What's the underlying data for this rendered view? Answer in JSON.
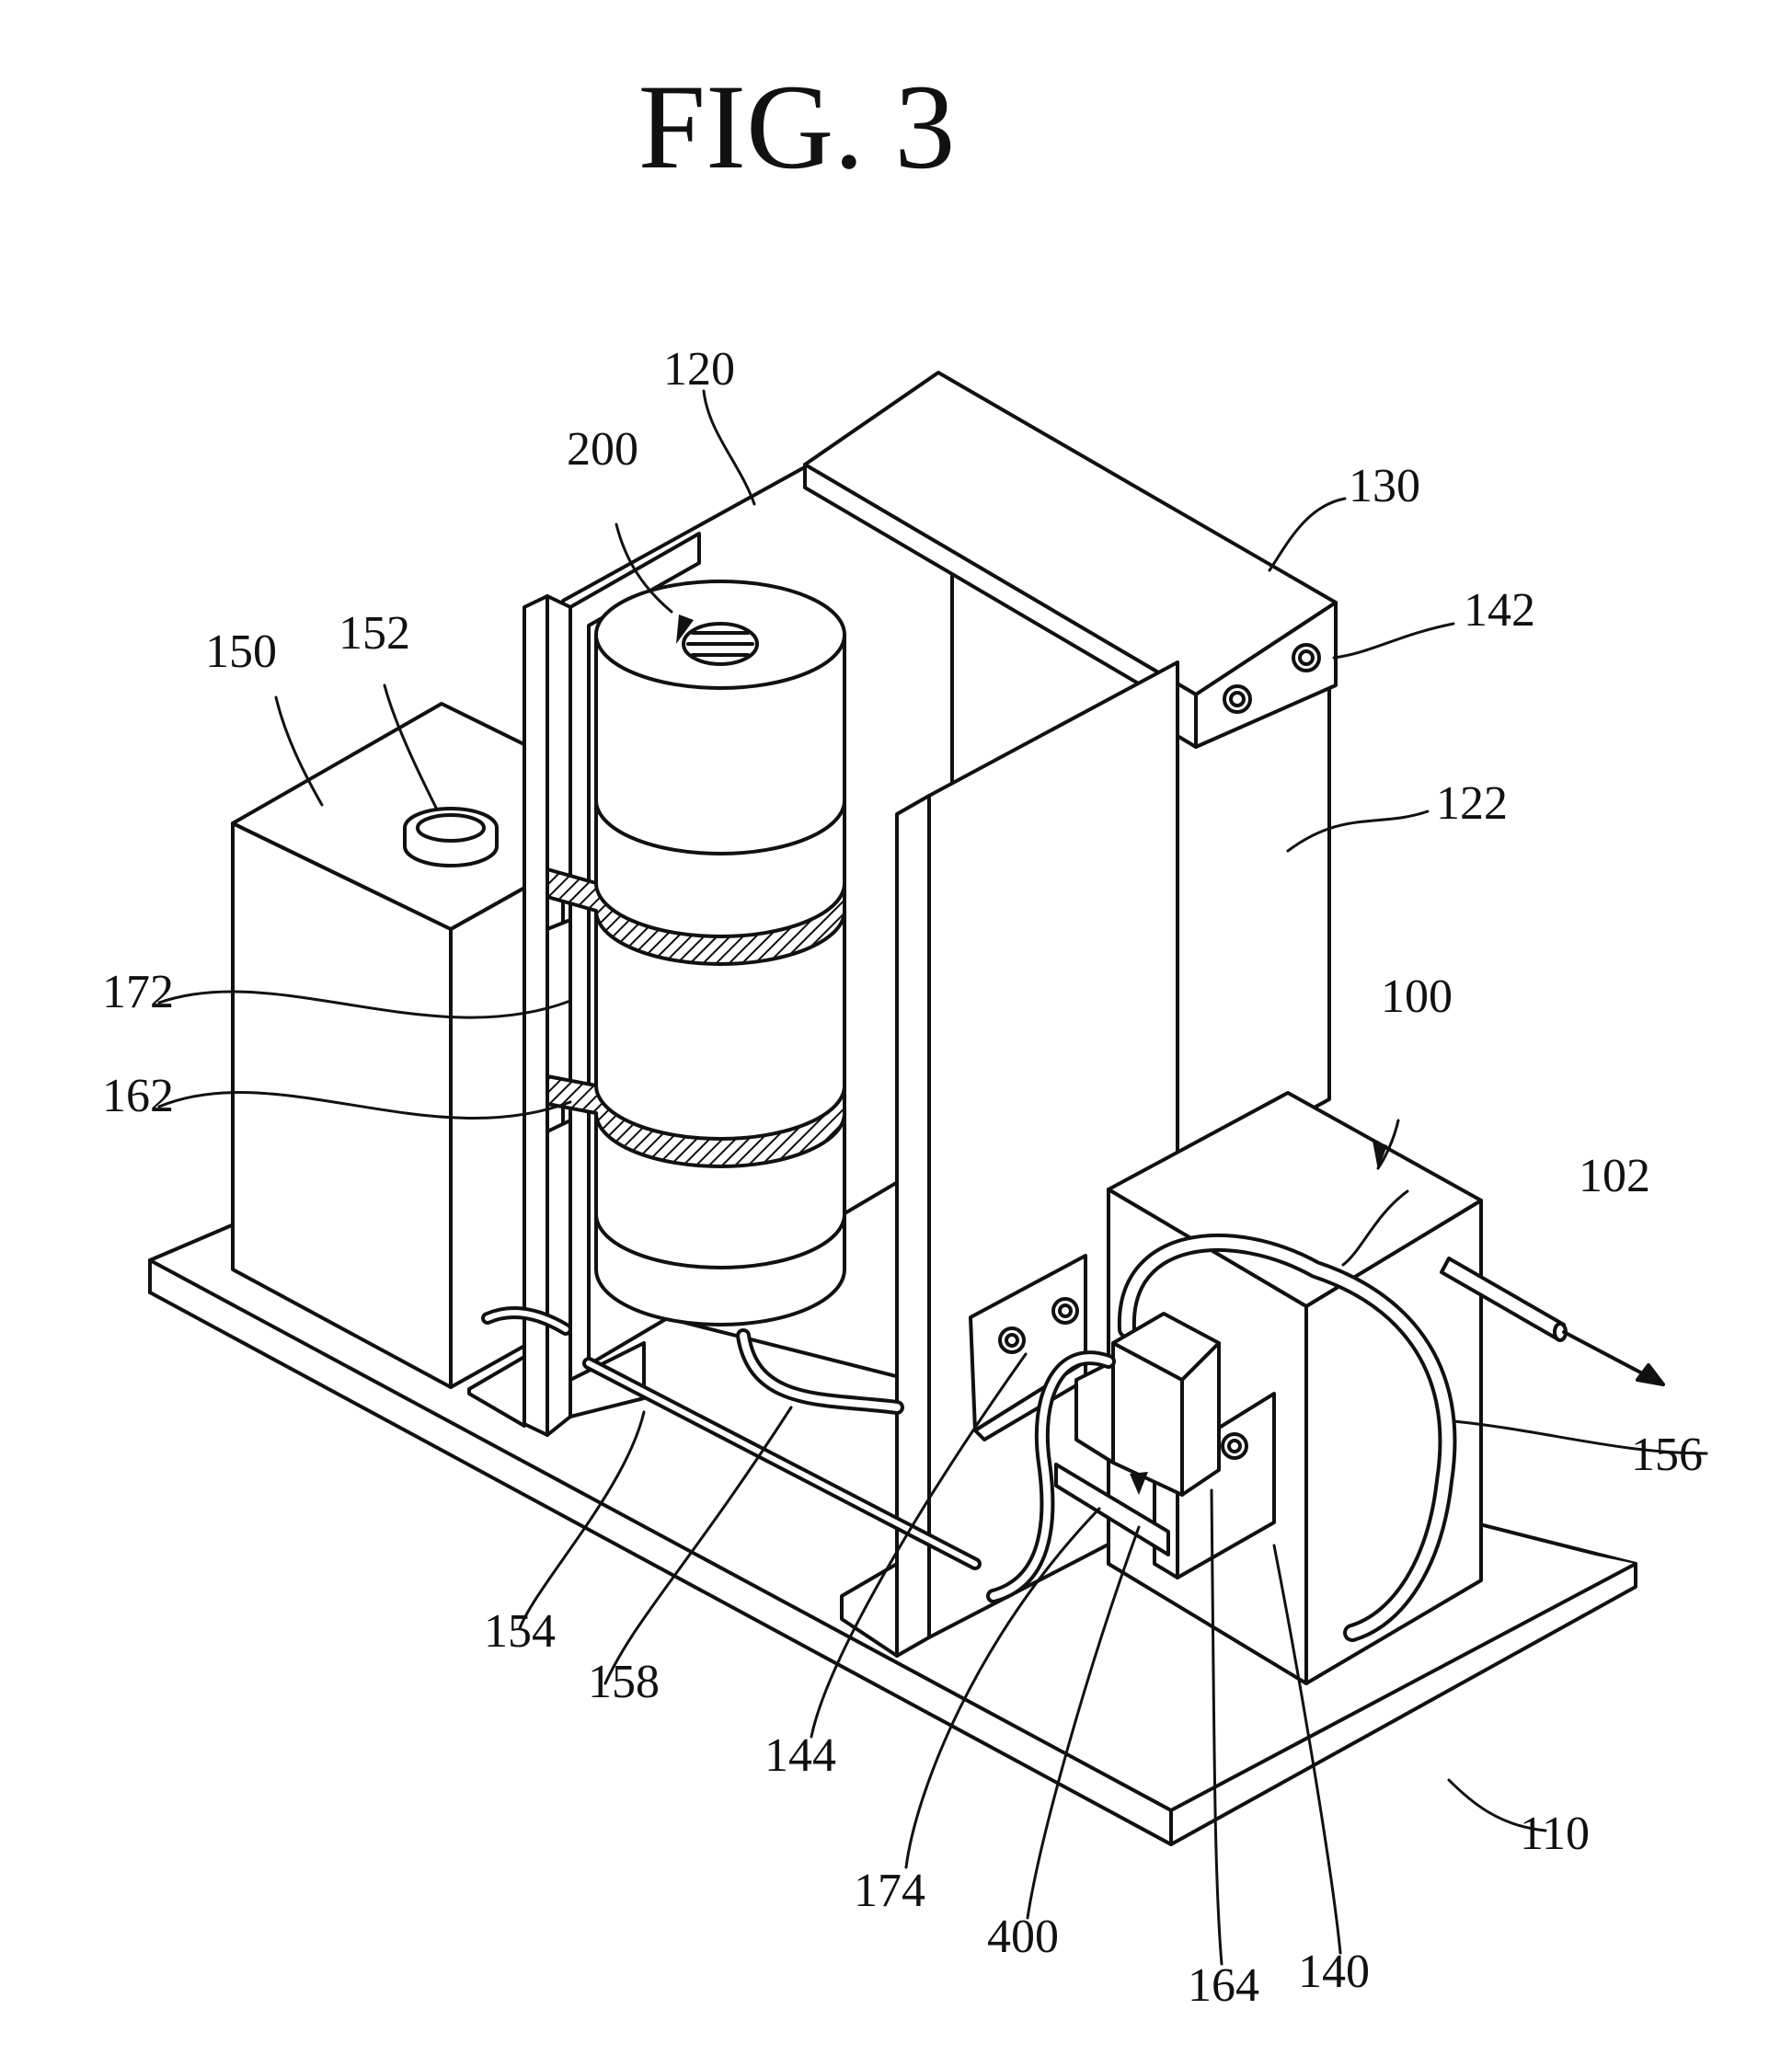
{
  "figure": {
    "title": "FIG. 3",
    "labels": {
      "l120": "120",
      "l200": "200",
      "l130": "130",
      "l142": "142",
      "l150": "150",
      "l152": "152",
      "l122": "122",
      "l172": "172",
      "l162": "162",
      "l100": "100",
      "l102": "102",
      "l156": "156",
      "l154": "154",
      "l158": "158",
      "l144": "144",
      "l174": "174",
      "l400": "400",
      "l164": "164",
      "l140": "140",
      "l110": "110"
    }
  },
  "colors": {
    "ink": "#111111",
    "paper": "#ffffff"
  }
}
